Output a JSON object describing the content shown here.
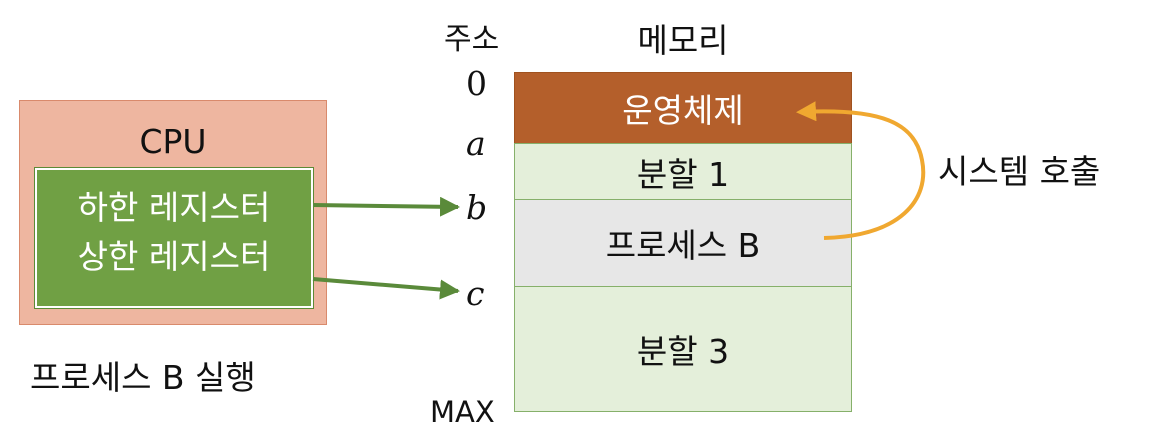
{
  "cpu": {
    "title": "CPU",
    "lower_register": "하한 레지스터",
    "upper_register": "상한 레지스터"
  },
  "caption": "프로세스 B 실행",
  "address": {
    "header": "주소",
    "labels": [
      "0",
      "a",
      "b",
      "c",
      "MAX"
    ]
  },
  "memory": {
    "header": "메모리",
    "cells": [
      "운영체제",
      "분할 1",
      "프로세스 B",
      "분할 3"
    ]
  },
  "system_call": "시스템 호출",
  "colors": {
    "os": "#b45f2b",
    "partition": "#e4efda",
    "process_b": "#e7e7e7",
    "register": "#70a044",
    "cpu": "#eeb6a0",
    "arrow_green": "#5a8a3a",
    "arrow_orange": "#f0a830"
  }
}
